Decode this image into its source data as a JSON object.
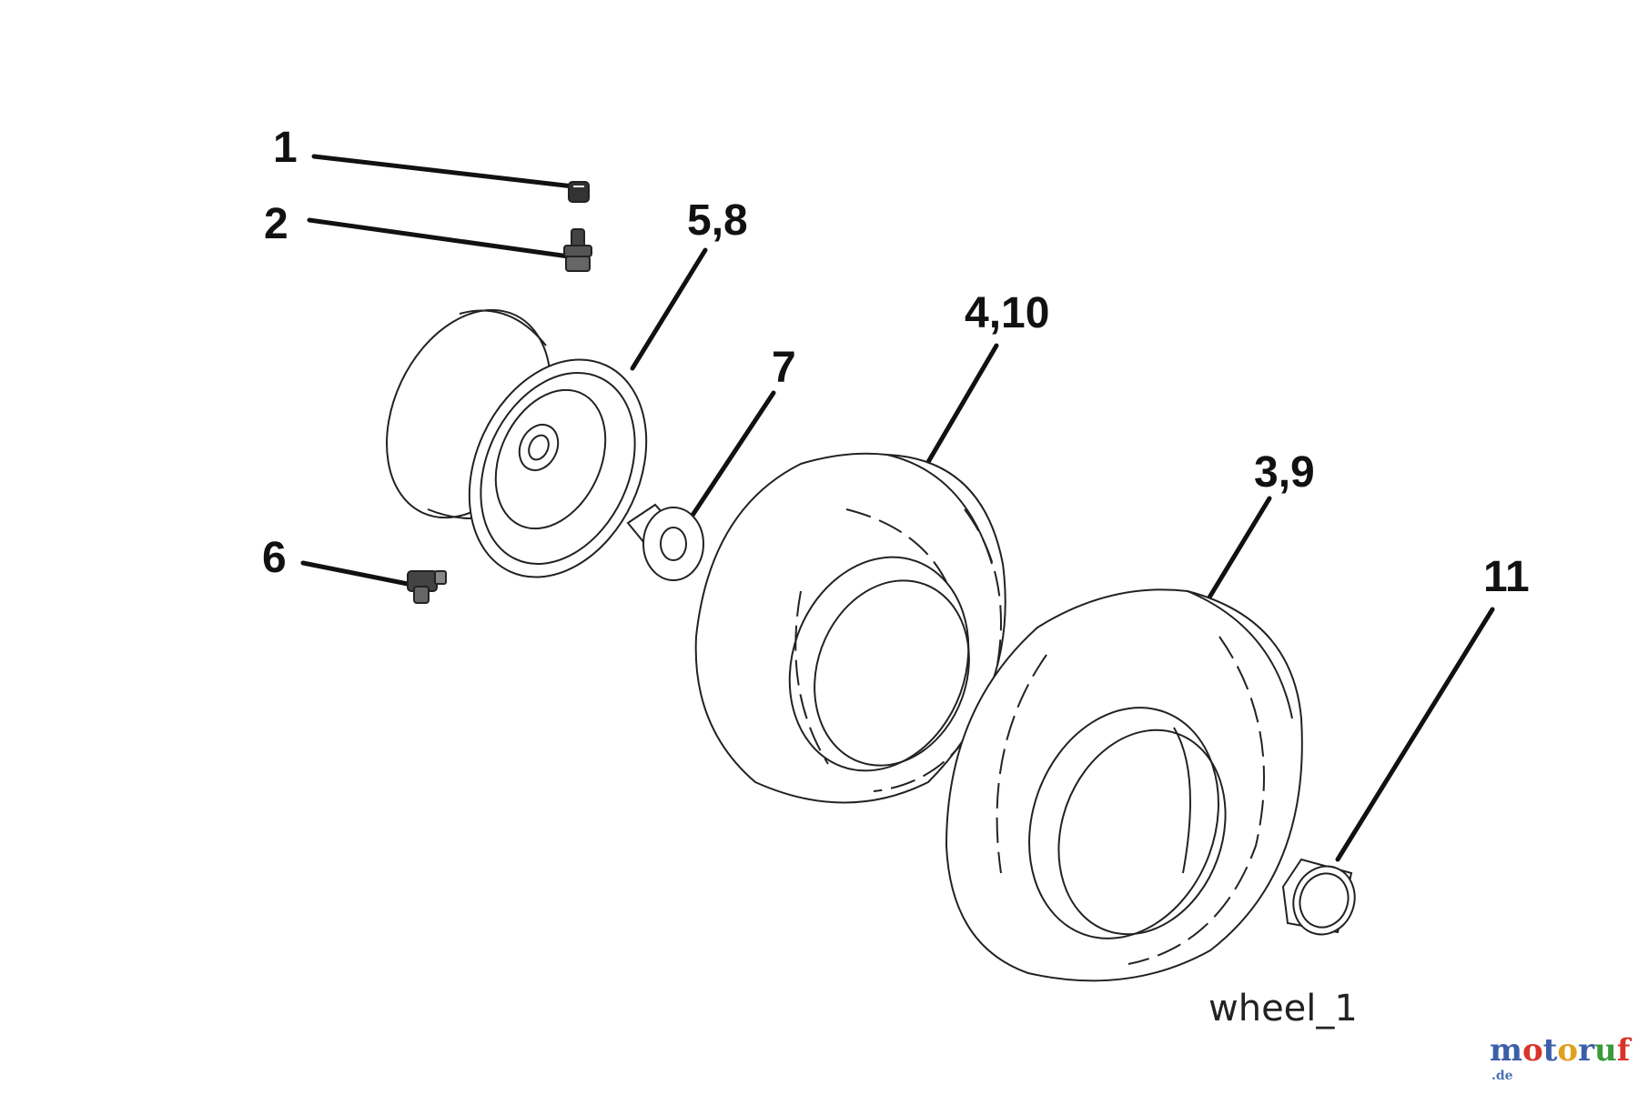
{
  "diagram": {
    "callouts": [
      {
        "id": "c1",
        "label": "1"
      },
      {
        "id": "c2",
        "label": "2"
      },
      {
        "id": "c58",
        "label": "5,8"
      },
      {
        "id": "c410",
        "label": "4,10"
      },
      {
        "id": "c7",
        "label": "7"
      },
      {
        "id": "c39",
        "label": "3,9"
      },
      {
        "id": "c6",
        "label": "6"
      },
      {
        "id": "c11",
        "label": "11"
      }
    ],
    "caption": "wheel_1"
  },
  "watermark": {
    "letters": [
      "m",
      "o",
      "t",
      "o",
      "r",
      "u",
      "f"
    ],
    "letter_colors": [
      "#3b5fa8",
      "#d8352a",
      "#3b5fa8",
      "#e0a020",
      "#3b5fa8",
      "#3a9a3a",
      "#d8352a"
    ],
    "suffix": ".de"
  }
}
